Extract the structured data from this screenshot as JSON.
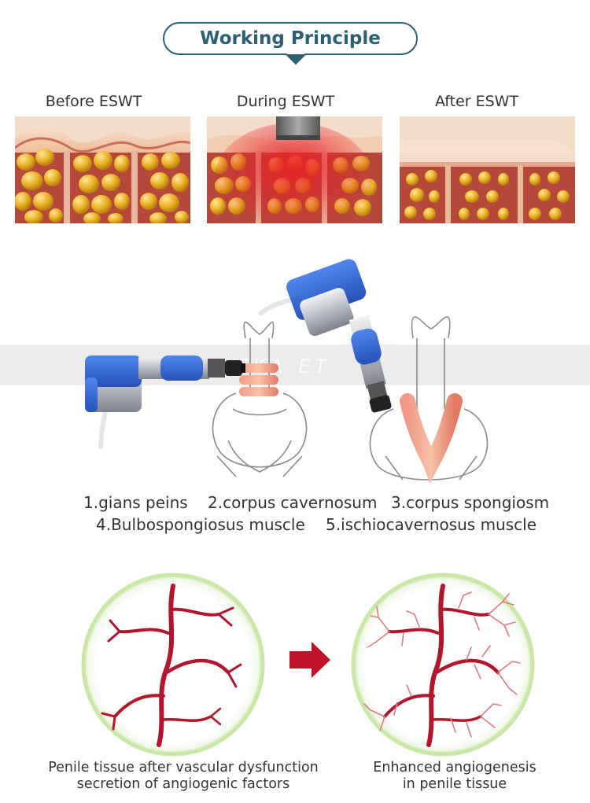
{
  "title": "Working Principle",
  "stages": [
    {
      "label": "Before ESWT"
    },
    {
      "label": "During ESWT"
    },
    {
      "label": "After ESWT"
    }
  ],
  "watermark": "SKA ET",
  "legend": {
    "row1": [
      "1.gians peins",
      "2.corpus cavernosum",
      "3.corpus spongiosm"
    ],
    "row2": [
      "4.Bulbospongiosus muscle",
      "5.ischiocavernosus muscle"
    ]
  },
  "captions": {
    "left_line1": "Penile tissue after vascular dysfunction",
    "left_line2": "secretion of angiogenic factors",
    "right_line1": "Enhanced angiogenesis",
    "right_line2": "in penile tissue"
  },
  "colors": {
    "title_text": "#2b5f73",
    "banner_stroke": "#2b5f73",
    "device_blue": "#2f66d6",
    "vessel_red": "#b3162c",
    "arrow_red": "#c0132a",
    "circle_ring": "#c9e7a5",
    "cell_yellow": "#e8b020",
    "tissue_red": "#b5483a",
    "skin": "#f4d2b8"
  }
}
